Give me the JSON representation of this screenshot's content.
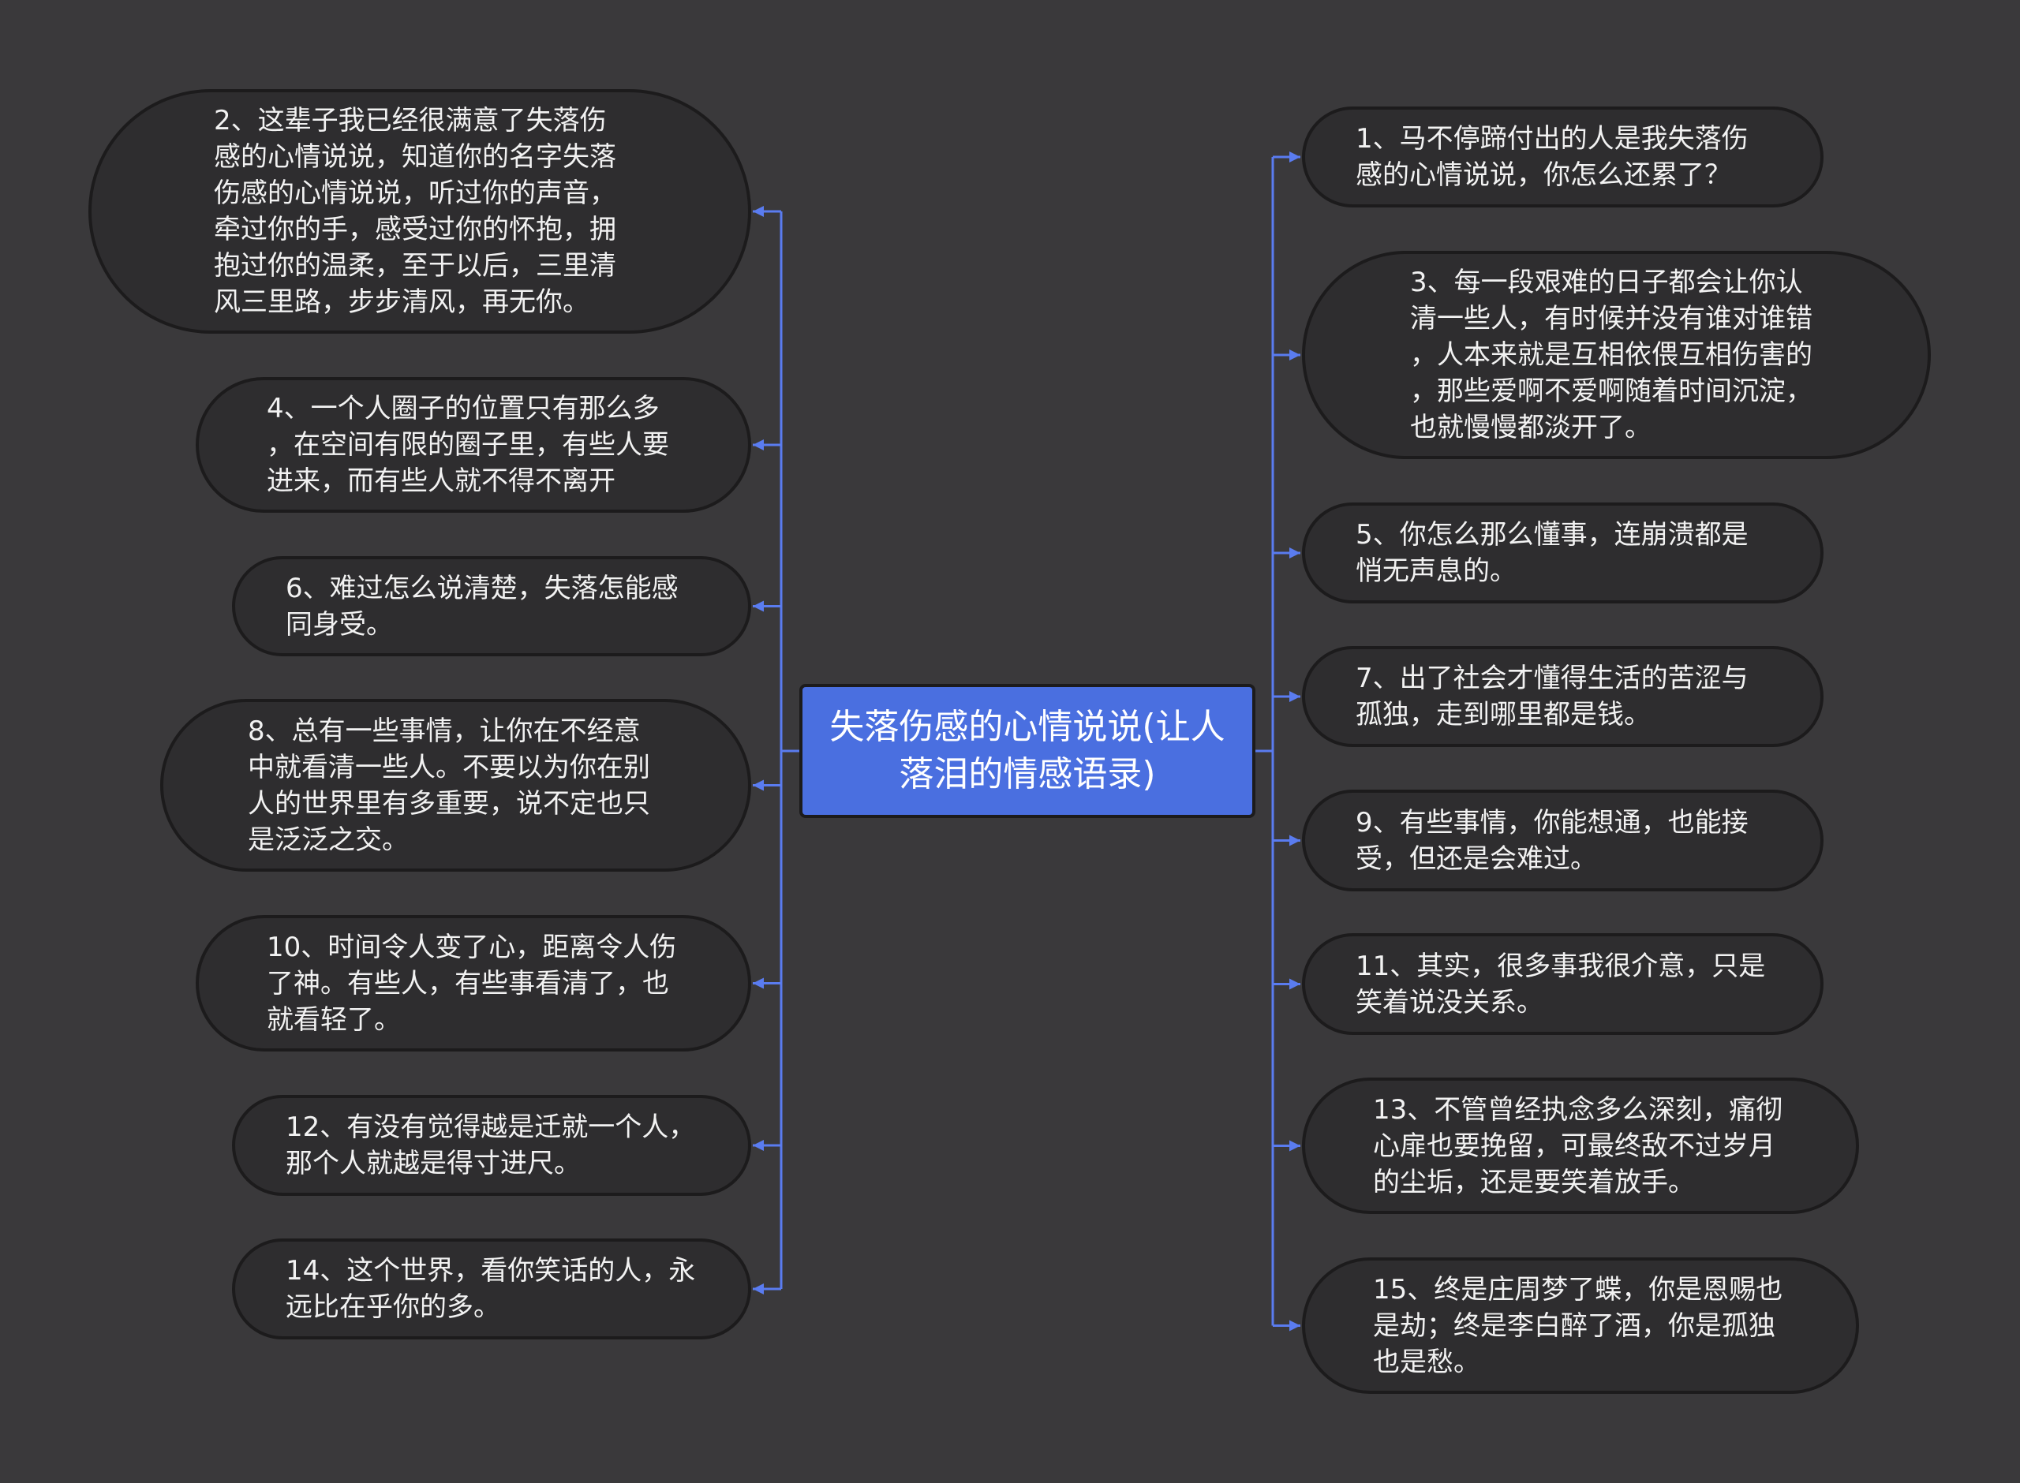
{
  "colors": {
    "background": "#3a393b",
    "node_fill": "#2e2d2f",
    "node_border": "#1c1b1c",
    "central_fill": "#4a6fe0",
    "connector": "#5a7cf0",
    "text": "#f2f2f2"
  },
  "center": {
    "title": "失落伤感的心情说说(让人\n落泪的情感语录)"
  },
  "left": [
    {
      "text": "2、这辈子我已经很满意了失落伤\n感的心情说说，知道你的名字失落\n伤感的心情说说，听过你的声音，\n牵过你的手，感受过你的怀抱，拥\n抱过你的温柔，至于以后，三里清\n风三里路，步步清风，再无你。"
    },
    {
      "text": "4、一个人圈子的位置只有那么多\n，在空间有限的圈子里，有些人要\n进来，而有些人就不得不离开"
    },
    {
      "text": "6、难过怎么说清楚，失落怎能感\n同身受。"
    },
    {
      "text": "8、总有一些事情，让你在不经意\n中就看清一些人。不要以为你在别\n人的世界里有多重要，说不定也只\n是泛泛之交。"
    },
    {
      "text": "10、时间令人变了心，距离令人伤\n了神。有些人，有些事看清了，也\n就看轻了。"
    },
    {
      "text": "12、有没有觉得越是迁就一个人，\n那个人就越是得寸进尺。"
    },
    {
      "text": "14、这个世界，看你笑话的人，永\n远比在乎你的多。"
    }
  ],
  "right": [
    {
      "text": "1、马不停蹄付出的人是我失落伤\n感的心情说说，你怎么还累了？"
    },
    {
      "text": "3、每一段艰难的日子都会让你认\n清一些人，有时候并没有谁对谁错\n，人本来就是互相依偎互相伤害的\n，那些爱啊不爱啊随着时间沉淀，\n也就慢慢都淡开了。"
    },
    {
      "text": "5、你怎么那么懂事，连崩溃都是\n悄无声息的。"
    },
    {
      "text": "7、出了社会才懂得生活的苦涩与\n孤独，走到哪里都是钱。"
    },
    {
      "text": "9、有些事情，你能想通，也能接\n受，但还是会难过。"
    },
    {
      "text": "11、其实，很多事我很介意，只是\n笑着说没关系。"
    },
    {
      "text": "13、不管曾经执念多么深刻，痛彻\n心扉也要挽留，可最终敌不过岁月\n的尘垢，还是要笑着放手。"
    },
    {
      "text": "15、终是庄周梦了蝶，你是恩赐也\n是劫；终是李白醉了酒，你是孤独\n也是愁。"
    }
  ]
}
